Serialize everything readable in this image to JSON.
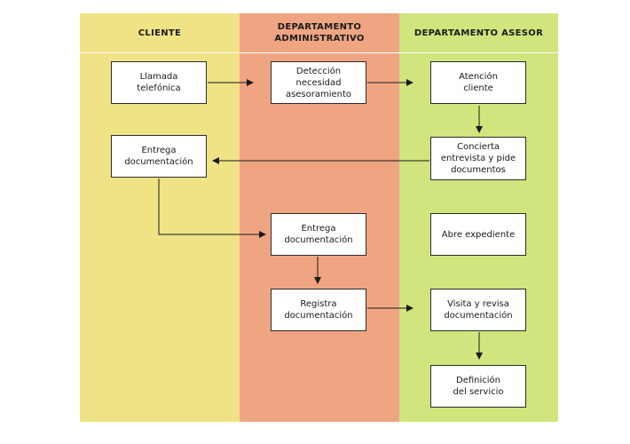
{
  "lanes": {
    "cliente": "CLIENTE",
    "administrativo": "DEPARTAMENTO\nADMINISTRATIVO",
    "asesor": "DEPARTAMENTO ASESOR"
  },
  "boxes": {
    "llamada": "Llamada\ntelefónica",
    "deteccion": "Detección\nnecesidad\nasesoramiento",
    "atencion": "Atención\ncliente",
    "entrega_cliente": "Entrega\ndocumentación",
    "concierta": "Concierta\nentrevista y pide\ndocumentos",
    "entrega_admin": "Entrega\ndocumentación",
    "abre": "Abre expediente",
    "registra": "Registra\ndocumentación",
    "visita": "Visita y revisa\ndocumentación",
    "definicion": "Definición\ndel servicio"
  },
  "colors": {
    "cliente_lane": "#efe386",
    "administrativo_lane": "#efa582",
    "asesor_lane": "#d0e57d",
    "connector": "#1a1a1a"
  }
}
